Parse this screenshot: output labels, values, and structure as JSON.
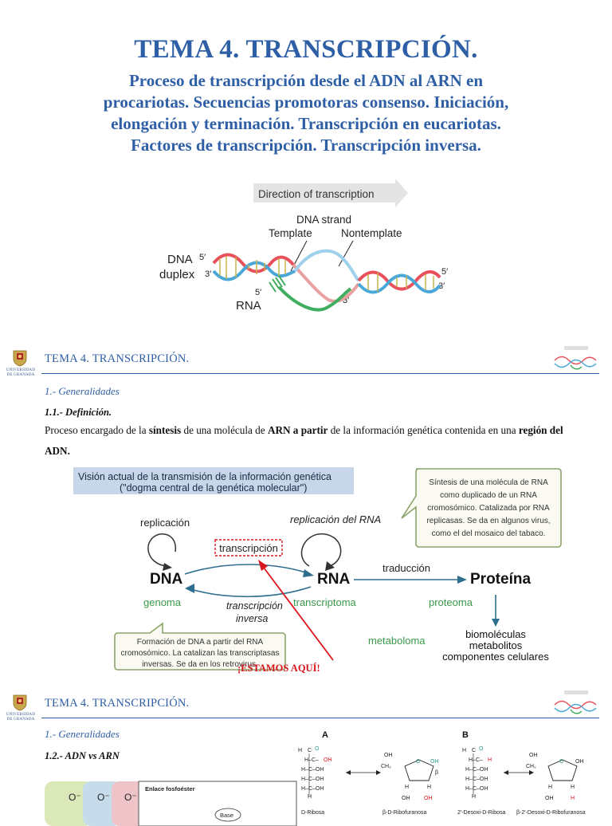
{
  "slide1": {
    "title": "TEMA 4. TRANSCRIPCIÓN.",
    "subtitle_lines": [
      "Proceso de transcripción desde el ADN al ARN en",
      "procariotas. Secuencias promotoras consenso. Iniciación,",
      "elongación y terminación. Transcripción en eucariotas.",
      "Factores de transcripción. Transcripción inversa."
    ],
    "figure": {
      "direction": "Direction of transcription",
      "dna_strand": "DNA strand",
      "template": "Template",
      "nontemplate": "Nontemplate",
      "dna": "DNA",
      "duplex": "duplex",
      "rna": "RNA",
      "five_prime": "5′",
      "three_prime": "3′"
    }
  },
  "header": {
    "title": "TEMA 4. TRANSCRIPCIÓN.",
    "university": [
      "UNIVERSIDAD",
      "DE GRANADA"
    ]
  },
  "slide2": {
    "section": "1.- Generalidades",
    "subsection": "1.1.- Definición.",
    "para": {
      "t1": "Proceso encargado de la ",
      "b1": "síntesis",
      "t2": " de una molécula de ",
      "b2": "ARN a partir",
      "t3": " de la información genética contenida en una ",
      "b3": "región del",
      "b4": "ADN."
    },
    "dogma": {
      "banner_1": "Visión actual de la transmisión de la información genética",
      "banner_2": "(\"dogma central de la genética molecular\")",
      "callout_top": [
        "Síntesis de una molécula de RNA",
        "como duplicado de un RNA",
        "cromosómico. Catalizada por RNA",
        "replicasas. Se da en algunos virus,",
        "como el del mosaico del tabaco."
      ],
      "replicacion": "replicación",
      "replicacion_rna": "replicación del RNA",
      "transcripcion": "transcripción",
      "dna": "DNA",
      "rna": "RNA",
      "traduccion": "traducción",
      "proteina": "Proteína",
      "genoma": "genoma",
      "transcriptoma": "transcriptoma",
      "proteoma": "proteoma",
      "transcripcion_inversa_1": "transcripción",
      "transcripcion_inversa_2": "inversa",
      "metaboloma": "metaboloma",
      "biomol": [
        "biomoléculas",
        "metabolitos",
        "componentes celulares"
      ],
      "callout_bottom": [
        "Formación de DNA a partir del RNA",
        "cromosómico. La catalizan las transcriptasas",
        "inversas. Se da en los retrovirus."
      ]
    },
    "estamos": "¡ESTAMOS AQUÍ!"
  },
  "slide3": {
    "section": "1.- Generalidades",
    "subsection": "1.2.- ADN vs ARN",
    "panel_a": "A",
    "panel_b": "B",
    "ribose_label": "D-Ribosa",
    "ribofuranose_label": "β-D-Ribofuranosa",
    "deoxyribose_label": "2′-Desoxi-D-Ribosa",
    "deoxyribofuranose_label": "β-2′-Desoxi-D-Ribofuranosa",
    "bond_label": "Enlace fosfoéster",
    "base_label": "Base",
    "phosphate": "O⁻",
    "colors": {
      "accent_blue": "#2e5fa6",
      "red": "#d8161e",
      "green": "#3a9a4a",
      "callout_border": "#8aa46a"
    }
  }
}
